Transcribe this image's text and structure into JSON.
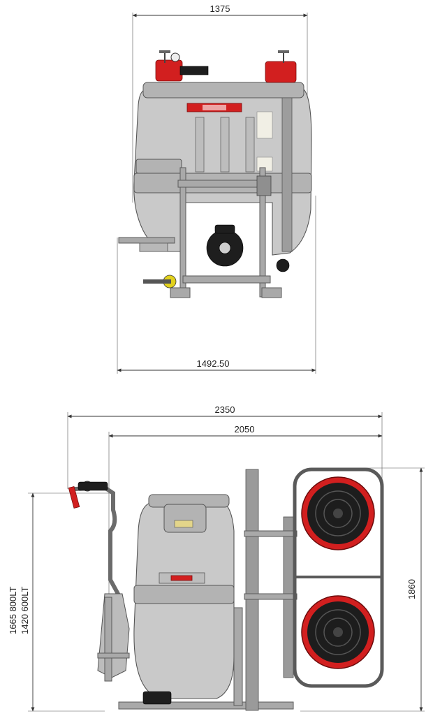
{
  "dimensions": {
    "front_top_width": "1375",
    "front_overall_width": "1492.50",
    "side_overall_length": "2350",
    "side_tank_length": "2050",
    "side_height_tank": "1665  800LT\n1420  600LT",
    "side_height_tank_line1": "1665  800LT",
    "side_height_tank_line2": "1420  600LT",
    "side_height_total": "1860"
  },
  "colors": {
    "tank": "#c9c9c9",
    "frame": "#a9a9a9",
    "accent_red": "#d21f1f",
    "dimension_line": "#333333"
  }
}
